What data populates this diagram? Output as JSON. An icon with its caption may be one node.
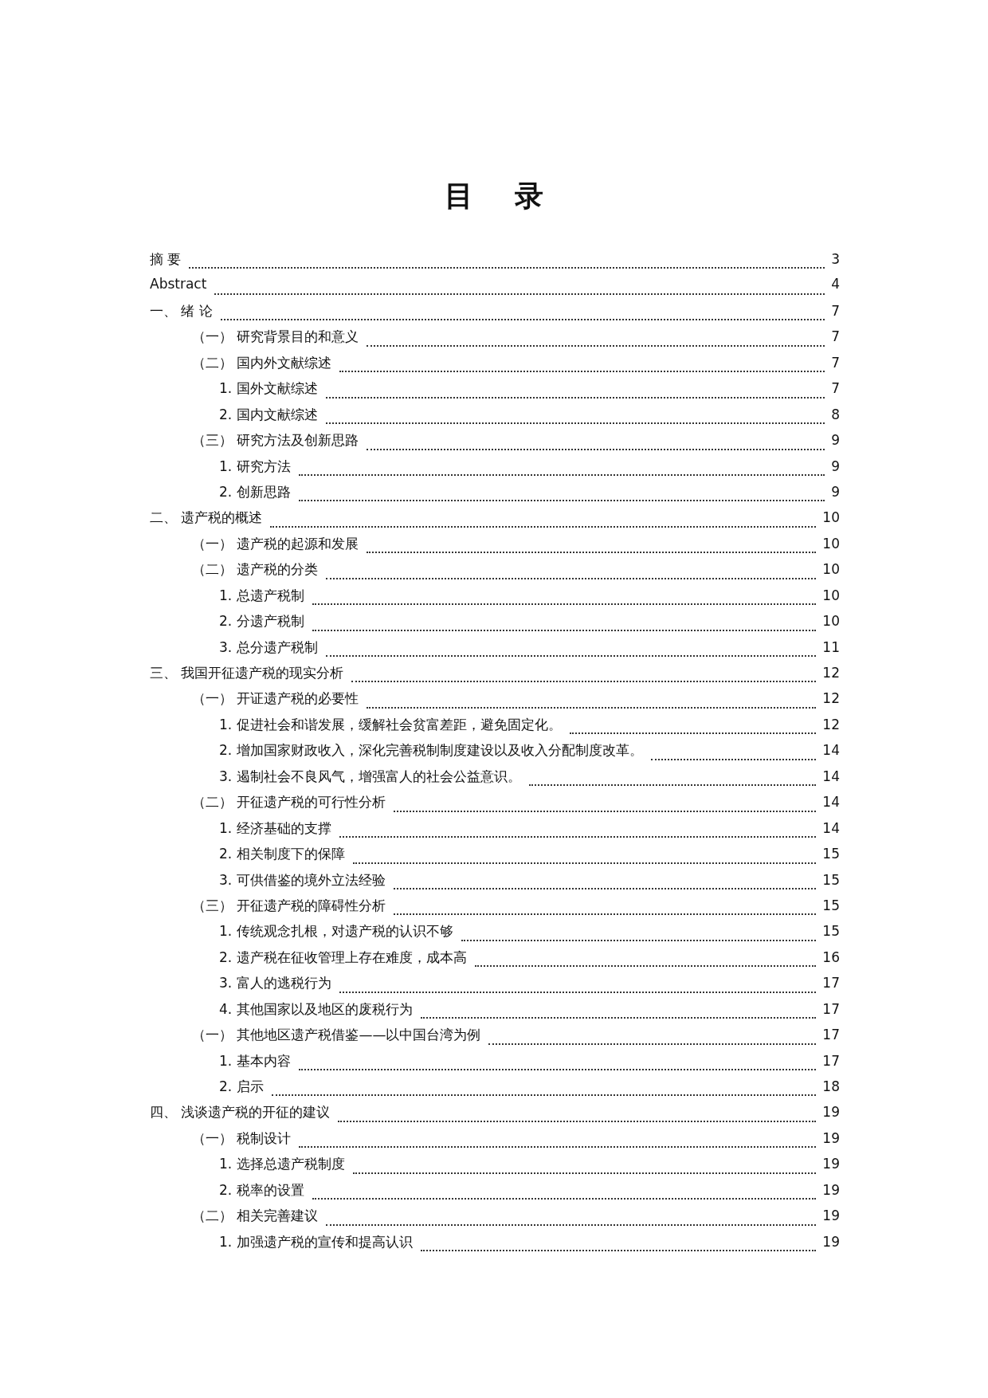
{
  "diagram": {
    "title": "目 录",
    "labels": [
      "摘 要",
      "3",
      "Abstract",
      "4",
      "一、 绪 论",
      "7",
      "（一） 研究背景目的和意义",
      "7",
      "（二） 国内外文献综述",
      "7",
      "1. 国外文献综述",
      "7",
      "2. 国内文献综述",
      "8",
      "（三） 研究方法及创新思路",
      "9",
      "1. 研究方法",
      "9",
      "2. 创新思路",
      "9",
      "二、 遗产税的概述",
      "10",
      "（一） 遗产税的起源和发展",
      "10",
      "（二） 遗产税的分类",
      "10",
      "1. 总遗产税制",
      "10",
      "2. 分遗产税制",
      "10",
      "3. 总分遗产税制",
      "11",
      "三、 我国开征遗产税的现实分析",
      "12",
      "（一） 开证遗产税的必要性",
      "12",
      "1. 促进社会和谐发展，缓解社会贫富差距，避免固定化。",
      "12",
      "2. 增加国家财政收入，深化完善税制制度建设以及收入分配制度改革。",
      "14",
      "3. 遏制社会不良风气，增强富人的社会公益意识。",
      "14",
      "（二） 开征遗产税的可行性分析",
      "14",
      "1. 经济基础的支撑",
      "14",
      "2. 相关制度下的保障",
      "15",
      "3. 可供借鉴的境外立法经验",
      "15",
      "（三） 开征遗产税的障碍性分析",
      "15",
      "1. 传统观念扎根，对遗产税的认识不够",
      "15",
      "2. 遗产税在征收管理上存在难度，成本高",
      "16",
      "3. 富人的逃税行为",
      "17",
      "4. 其他国家以及地区的废税行为",
      "17",
      "（一） 其他地区遗产税借鉴——以中国台湾为例",
      "17",
      "1. 基本内容",
      "17",
      "2. 启示",
      "18",
      "四、 浅谈遗产税的开征的建议",
      "19",
      "（一） 税制设计",
      "19",
      "1. 选择总遗产税制度",
      "19",
      "2. 税率的设置",
      "19",
      "（二） 相关完善建议",
      "19",
      "1. 加强遗产税的宣传和提高认识",
      "19"
    ]
  }
}
